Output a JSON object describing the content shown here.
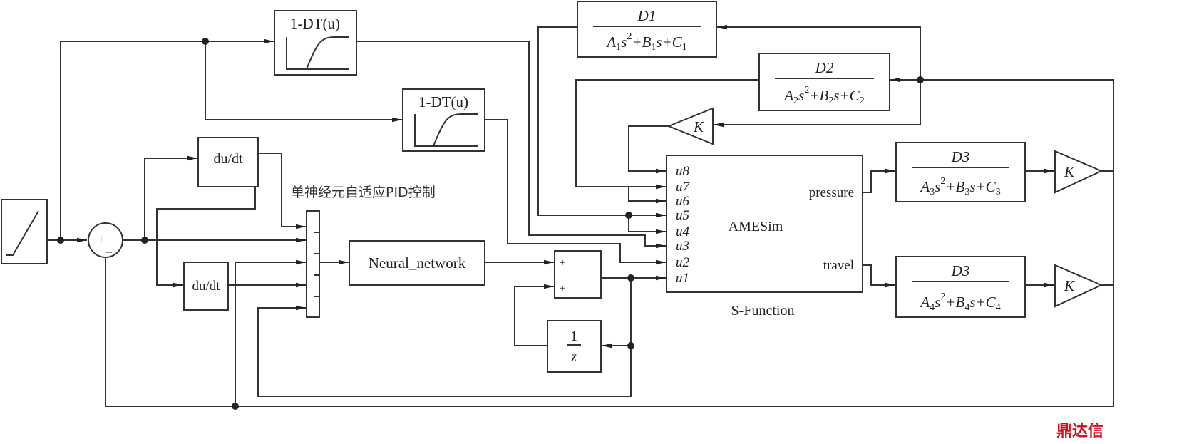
{
  "diagram": {
    "controller_label": "单神经元自适应PID控制",
    "dead_zone_1": {
      "label": "1-DT(u)"
    },
    "dead_zone_2": {
      "label": "1-DT(u)"
    },
    "derivative_1": {
      "label": "du/dt"
    },
    "derivative_2": {
      "label": "du/dt"
    },
    "sum_signs": {
      "plus": "+",
      "minus": "_"
    },
    "neural_network": {
      "label": "Neural_network"
    },
    "adder_signs": [
      "+",
      "+"
    ],
    "unit_delay": {
      "numerator": "1",
      "denominator": "z"
    },
    "amesim": {
      "label": "AMESim",
      "caption": "S-Function",
      "inputs": [
        "u8",
        "u7",
        "u6",
        "u5",
        "u4",
        "u3",
        "u2",
        "u1"
      ],
      "outputs": [
        "pressure",
        "travel"
      ]
    },
    "gain_label": "K",
    "transfer_functions": [
      {
        "numerator": "D1",
        "denominator": [
          [
            "A",
            ""
          ],
          [
            "1",
            "sub"
          ],
          [
            "s",
            ""
          ],
          [
            "2",
            "sup"
          ],
          [
            "+B",
            ""
          ],
          [
            "1",
            "sub"
          ],
          [
            "s+C",
            ""
          ],
          [
            "1",
            "sub"
          ]
        ]
      },
      {
        "numerator": "D2",
        "denominator": [
          [
            "A",
            ""
          ],
          [
            "2",
            "sub"
          ],
          [
            "s",
            ""
          ],
          [
            "2",
            "sup"
          ],
          [
            "+B",
            ""
          ],
          [
            "2",
            "sub"
          ],
          [
            "s+C",
            ""
          ],
          [
            "2",
            "sub"
          ]
        ]
      },
      {
        "numerator": "D3",
        "denominator": [
          [
            "A",
            ""
          ],
          [
            "3",
            "sub"
          ],
          [
            "s",
            ""
          ],
          [
            "2",
            "sup"
          ],
          [
            "+B",
            ""
          ],
          [
            "3",
            "sub"
          ],
          [
            "s+C",
            ""
          ],
          [
            "3",
            "sub"
          ]
        ]
      },
      {
        "numerator": "D3",
        "denominator": [
          [
            "A",
            ""
          ],
          [
            "4",
            "sub"
          ],
          [
            "s",
            ""
          ],
          [
            "2",
            "sup"
          ],
          [
            "+B",
            ""
          ],
          [
            "4",
            "sub"
          ],
          [
            "s+C",
            ""
          ],
          [
            "4",
            "sub"
          ]
        ]
      }
    ],
    "watermark": "鼎达信"
  }
}
